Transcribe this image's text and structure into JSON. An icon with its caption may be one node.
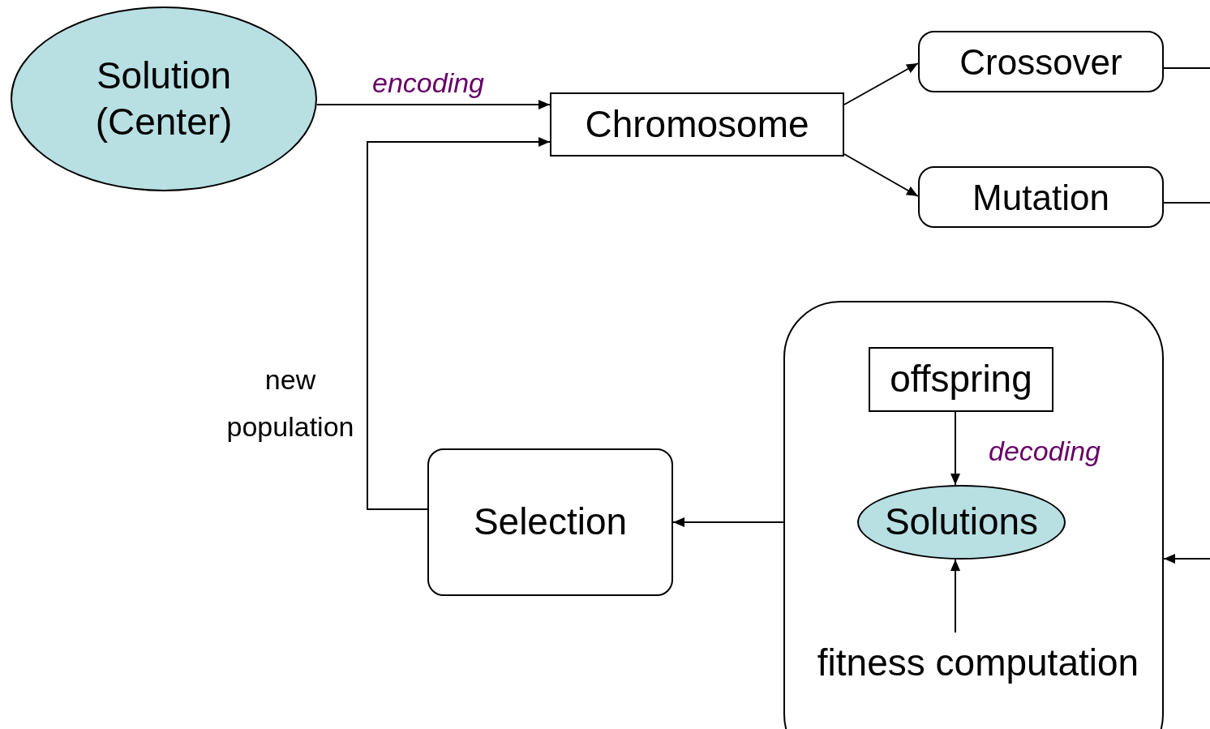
{
  "diagram": {
    "nodes": [
      {
        "text": [
          "Solution (Center)"
        ]
      },
      {
        "text": [
          "Chromosome"
        ]
      },
      {
        "text": [
          "Crossover"
        ]
      },
      {
        "text": [
          "Mutation"
        ]
      },
      {
        "text": [],
        "shape": "box"
      },
      {
        "text": [
          "offspring"
        ],
        "in": 4
      },
      {
        "text": [
          "Solutions"
        ],
        "in": 4
      },
      {
        "text": [
          "fitness computation"
        ],
        "in": 4
      },
      {
        "text": [
          "Selection"
        ]
      }
    ],
    "edges": [
      {
        "from": 0,
        "to": 1,
        "arrow": "to",
        "label": "encoding"
      },
      {
        "from": 8,
        "to": 1,
        "arrow": "to"
      },
      {
        "from": 1,
        "to": 2,
        "arrow": "to"
      },
      {
        "from": 1,
        "to": 3,
        "arrow": "to"
      },
      {
        "from": 2,
        "to": null,
        "arrow": "none"
      },
      {
        "from": 3,
        "to": null,
        "arrow": "none"
      },
      {
        "from": null,
        "to": 4,
        "arrow": "to"
      },
      {
        "from": 5,
        "to": 6,
        "arrow": "to",
        "label": "decoding"
      },
      {
        "from": 7,
        "to": 6,
        "arrow": "to"
      },
      {
        "from": 4,
        "to": 8,
        "arrow": "to"
      }
    ],
    "labels": [
      "new population"
    ]
  }
}
